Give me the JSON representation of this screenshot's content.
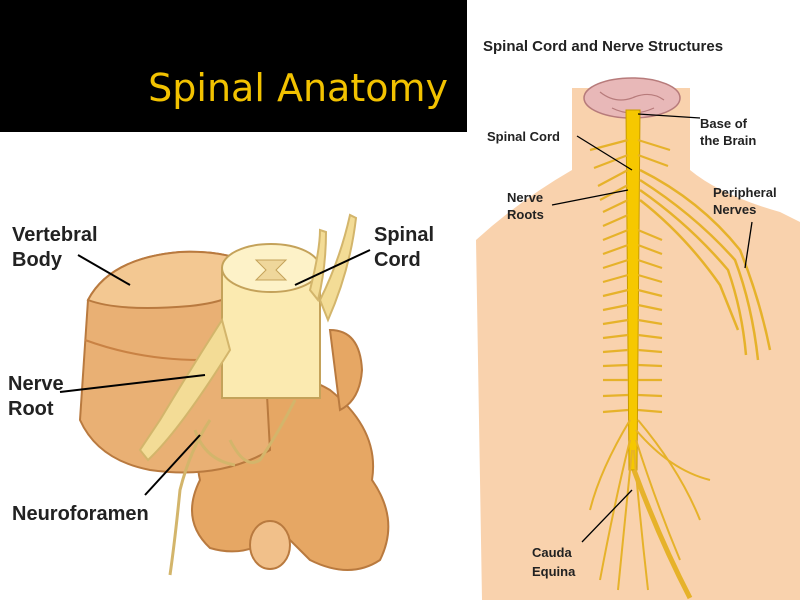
{
  "slide": {
    "title": "Spinal Anatomy",
    "title_color": "#f2c200",
    "title_bar_color": "#000000"
  },
  "left_diagram": {
    "labels": {
      "vertebral_body_line1": "Vertebral",
      "vertebral_body_line2": "Body",
      "spinal_cord_line1": "Spinal",
      "spinal_cord_line2": "Cord",
      "nerve_root_line1": "Nerve",
      "nerve_root_line2": "Root",
      "neuroforamen": "Neuroforamen"
    },
    "colors": {
      "bone": "#e9b074",
      "bone_shadow": "#c98244",
      "cord": "#fbeab0",
      "nerve": "#f3dc96"
    }
  },
  "right_diagram": {
    "title": "Spinal Cord and Nerve Structures",
    "labels": {
      "base_of_brain_line1": "Base of",
      "base_of_brain_line2": "the Brain",
      "spinal_cord": "Spinal Cord",
      "nerve_roots_line1": "Nerve",
      "nerve_roots_line2": "Roots",
      "peripheral_line1": "Peripheral",
      "peripheral_line2": "Nerves",
      "cauda_line1": "Cauda",
      "cauda_line2": "Equina"
    },
    "colors": {
      "skin": "#f9d2ad",
      "cord": "#f6c800",
      "nerve": "#e6b22a",
      "brain": "#e8b8b8"
    }
  }
}
